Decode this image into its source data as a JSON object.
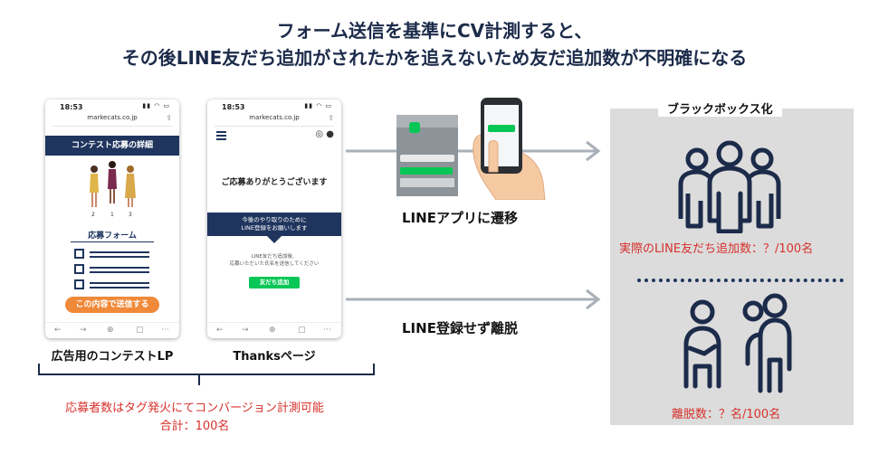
{
  "title": {
    "line1": "フォーム送信を基準にCV計測すると、",
    "line2": "その後LINE友だち追加がされたかを追えないため友だ追加数が不明確になる"
  },
  "phone_lp": {
    "time": "18:53",
    "url": "markecats.co.jp",
    "banner": "コンテスト応募の詳細",
    "rank_numbers": [
      "2",
      "1",
      "3"
    ],
    "form_label": "応募フォーム",
    "submit_label": "この内容で送信する",
    "caption": "広告用のコンテストLP"
  },
  "phone_thanks": {
    "time": "18:53",
    "url": "markecats.co.jp",
    "thanks_text": "ご応募ありがとうございます",
    "banner_line1": "今後のやり取りのために",
    "banner_line2": "LINE登録をお願いします",
    "note_line1": "LINE友だち追加後、",
    "note_line2": "応募いただいた氏名を送信してください",
    "line_button": "友だち追加",
    "caption": "Thanksページ"
  },
  "flow": {
    "to_app_label": "LINEアプリに遷移",
    "drop_label": "LINE登録せず離脱"
  },
  "total_note": {
    "line1": "応募者数はタグ発火にてコンバージョン計測可能",
    "line2": "合計：100名"
  },
  "blackbox": {
    "title": "ブラックボックス化",
    "added_label": "実際のLINE友だち追加数：？/100名",
    "left_label": "離脱数：？名/100名"
  },
  "colors": {
    "navy": "#1c2b4a",
    "red": "#d6312c",
    "line_green": "#06c755",
    "orange": "#f08a3a",
    "arrow_gray": "#a9b0b7",
    "box_gray": "#dcdcdc"
  }
}
